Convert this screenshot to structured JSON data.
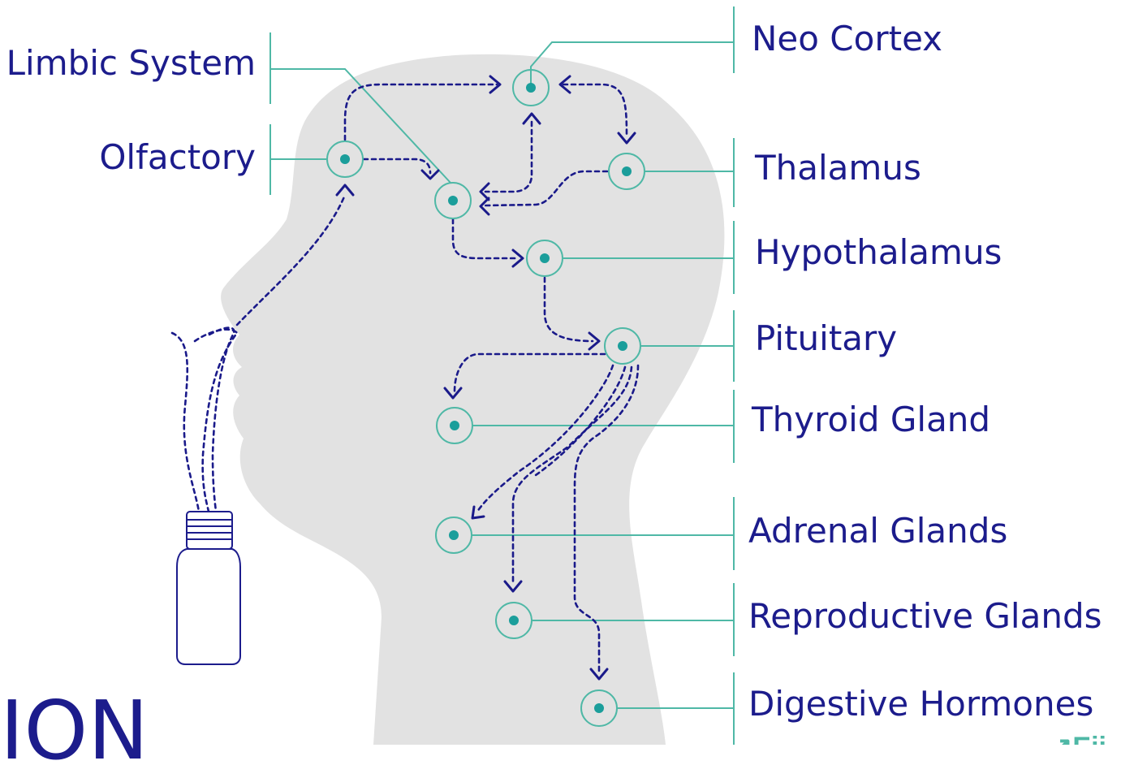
{
  "labels": {
    "limbic": "Limbic System",
    "olfactory": "Olfactory",
    "neo_cortex": "Neo Cortex",
    "thalamus": "Thalamus",
    "hypothalamus": "Hypothalamus",
    "pituitary": "Pituitary",
    "thyroid": "Thyroid Gland",
    "adrenal": "Adrenal Glands",
    "reproductive": "Reproductive Glands",
    "digestive": "Digestive Hormones"
  },
  "partial_title": "ION",
  "logo_fragment": "↗Eii",
  "colors": {
    "label_text": "#1c1c8c",
    "arrow": "#1a1a8a",
    "leader_line": "#4fb8a6",
    "node_ring": "#4fb8a6",
    "node_dot": "#1b9e9b",
    "head_silhouette": "#e2e2e2",
    "bottle_outline": "#1c1c8c"
  }
}
